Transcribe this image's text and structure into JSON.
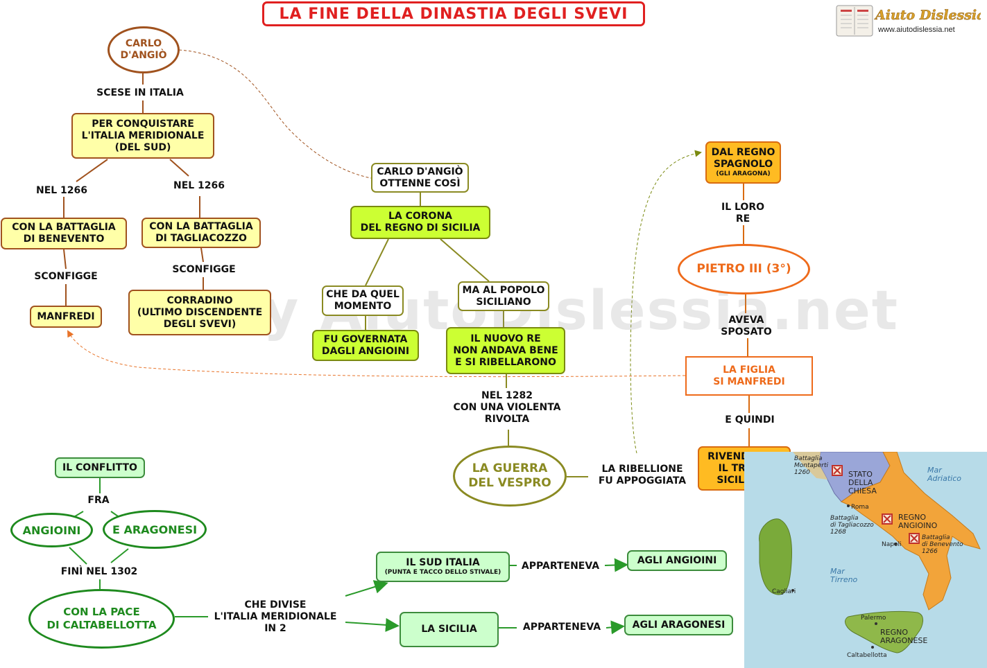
{
  "title": "LA FINE DELLA DINASTIA DEGLI SVEVI",
  "logo": {
    "brand": "Aiuto Dislessia",
    "url_text": "www.aiutodislessia.net"
  },
  "watermark": "By AiutoDislessia.net",
  "nodes": {
    "carlo": "CARLO\nD'ANGIÒ",
    "conquistare": "PER CONQUISTARE\nL'ITALIA MERIDIONALE\n(DEL SUD)",
    "benevento": "CON  LA BATTAGLIA\nDI BENEVENTO",
    "tagliacozzo": "CON LA BATTAGLIA\nDI TAGLIACOZZO",
    "manfredi": "MANFREDI",
    "corradino": "CORRADINO\n(ULTIMO DISCENDENTE\nDEGLI SVEVI)",
    "ottenne": "CARLO D'ANGIÒ\nOTTENNE COSÌ",
    "corona": "LA CORONA\nDEL REGNO DI SICILIA",
    "da_quel": "CHE DA QUEL\nMOMENTO",
    "popolo": "MA AL POPOLO\nSICILIANO",
    "governata": "FU GOVERNATA\nDAGLI ANGIOINI",
    "nuovo_re": "IL NUOVO RE\nNON ANDAVA BENE\nE SI RIBELLARONO",
    "vespro": "LA GUERRA\nDEL VESPRO",
    "regno_spagnolo": "DAL REGNO\nSPAGNOLO",
    "regno_spagnolo_small": "(GLI ARAGONA)",
    "pietro": "PIETRO III (3°)",
    "figlia": "LA FIGLIA\nSI MANFREDI",
    "rivendicava": "RIVENDICAVA\nIL TRONO\nSICILIANO",
    "conflitto": "IL CONFLITTO",
    "angioini": "ANGIOINI",
    "aragonesi": "E ARAGONESI",
    "pace": "CON LA PACE\nDI CALTABELLOTTA",
    "sud_italia": "IL SUD ITALIA",
    "sud_italia_small": "(PUNTA E TACCO DELLO STIVALE)",
    "sicilia": "LA SICILIA",
    "agli_angioini": "AGLI ANGIOINI",
    "agli_aragonesi": "AGLI ARAGONESI"
  },
  "links": {
    "scese": "SCESE IN ITALIA",
    "nel1266_a": "NEL 1266",
    "nel1266_b": "NEL 1266",
    "sconfigge_a": "SCONFIGGE",
    "sconfigge_b": "SCONFIGGE",
    "il_loro_re": "IL LORO\nRE",
    "aveva_sposato": "AVEVA\nSPOSATO",
    "e_quindi": "E QUINDI",
    "nel1282": "NEL 1282\nCON UNA VIOLENTA\nRIVOLTA",
    "ribellione": "LA RIBELLIONE\nFU APPOGGIATA",
    "fra": "FRA",
    "fini": "FINÌ NEL 1302",
    "divise": "CHE DIVISE\nL'ITALIA MERIDIONALE\nIN 2",
    "apparteneva_a": "APPARTENEVA",
    "apparteneva_b": "APPARTENEVA"
  },
  "map": {
    "labels": {
      "mar_adriatico": "Mar\nAdriatico",
      "stato_chiesa": "STATO\nDELLA\nCHIESA",
      "montaperti": "Battaglia\nMontaperti\n1260",
      "roma": "Roma",
      "tagliacozzo": "Battaglia\ndi Tagliacozzo\n1268",
      "regno_angioino": "REGNO\nANGIOINO",
      "napoli": "Napoli",
      "benevento": "Battaglia\ndi Benevento\n1266",
      "mar_tirreno": "Mar\nTirreno",
      "cagliari": "Cagliari",
      "palermo": "Palermo",
      "regno_aragonese": "REGNO\nARAGONESE",
      "caltabellotta": "Caltabellotta"
    }
  }
}
